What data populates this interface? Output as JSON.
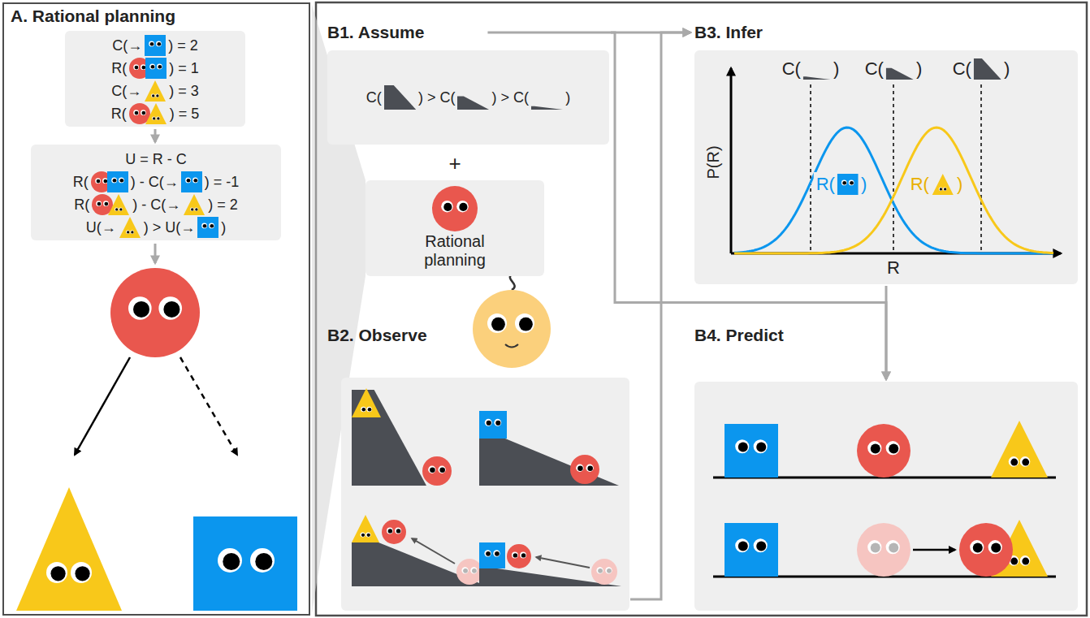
{
  "diagram": {
    "nodes": [
      {
        "text": [
          "A. Rational planning"
        ]
      },
      {
        "text": [
          "C(→",
          ") = 2",
          "R(",
          ") = 1",
          "C(→",
          ") = 3",
          "R(",
          ") = 5"
        ],
        "in": 0
      },
      {
        "text": [
          "U = R - C",
          "R(",
          ") - C(→",
          ") = -1",
          "R(",
          ") - C(→",
          ") = 2",
          "U(→",
          ") > U(→",
          ")"
        ],
        "in": 0
      },
      {
        "text": [
          "B1. Assume",
          "C(",
          ") > C(",
          ") > C(",
          ")"
        ]
      },
      {
        "text": [
          "B3. Infer",
          "C(",
          ")",
          "C(",
          ")",
          "C(",
          ")",
          "P(R)",
          "R",
          "R(",
          ")",
          "R(",
          ")"
        ]
      },
      {
        "text": [
          "Rational planning"
        ]
      },
      {
        "text": [
          "B2. Observe"
        ]
      },
      {
        "text": [
          "B4. Predict"
        ]
      }
    ],
    "edges": [
      {
        "from": 1,
        "to": 2,
        "arrow": "to"
      },
      {
        "from": 3,
        "to": 4,
        "arrow": "to"
      },
      {
        "from": 6,
        "to": 4,
        "arrow": "to"
      },
      {
        "from": 3,
        "to": 7,
        "arrow": "to"
      },
      {
        "from": 4,
        "to": 7,
        "arrow": "to"
      }
    ],
    "labels": [
      "+"
    ]
  }
}
